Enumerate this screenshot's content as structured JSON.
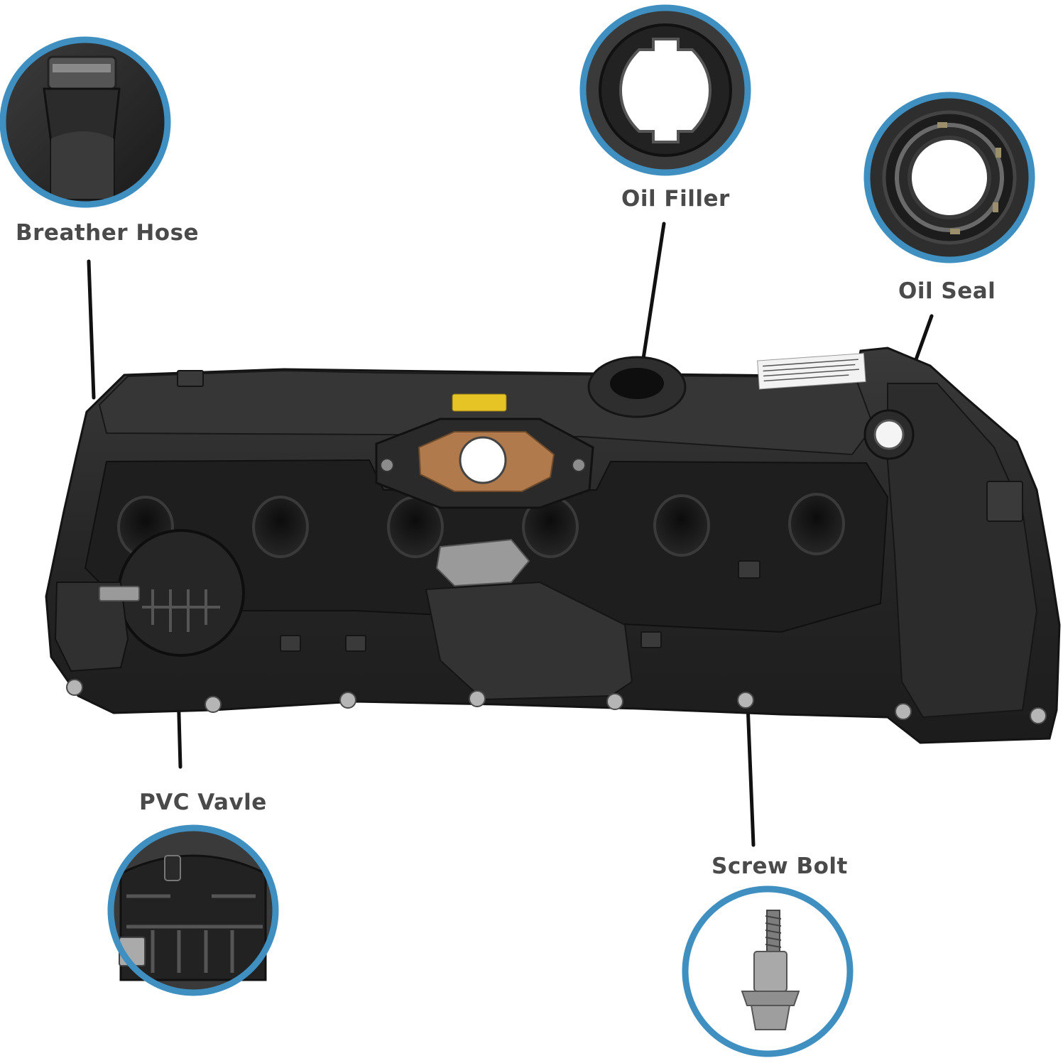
{
  "callouts": {
    "breather_hose": "Breather Hose",
    "oil_filler": "Oil Filler",
    "oil_seal": "Oil Seal",
    "pcv_valve": "PVC Vavle",
    "screw_bolt": "Screw Bolt"
  },
  "colors": {
    "ring": "#3f8fc0",
    "part": "#2a2a2a",
    "background": "#ffffff",
    "label": "#4a4a4a"
  }
}
